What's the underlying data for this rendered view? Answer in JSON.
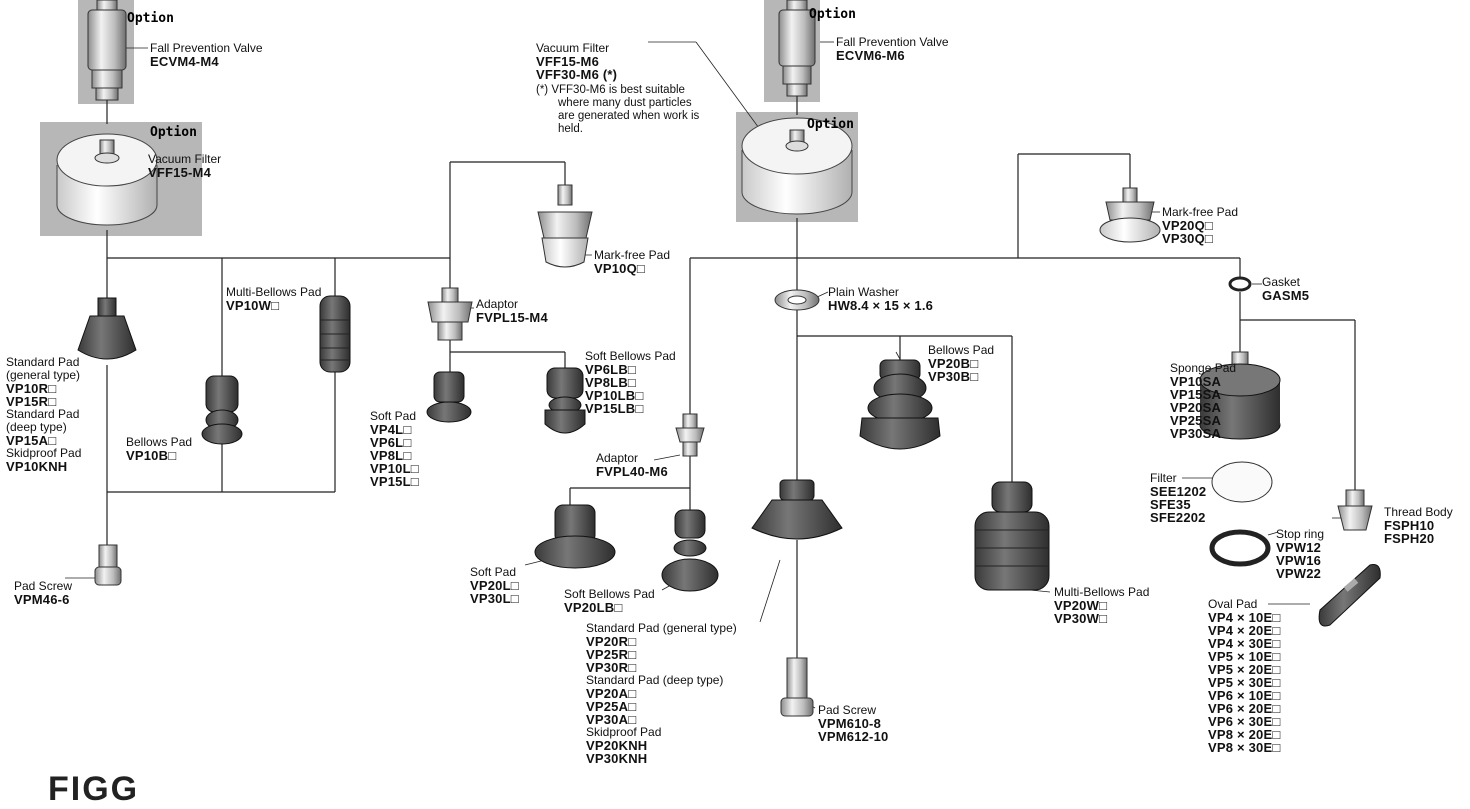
{
  "option_label": "Option",
  "logo_text": "FIGG",
  "parts": {
    "fpv_m4": {
      "name": "Fall Prevention Valve",
      "codes": [
        "ECVM4-M4"
      ]
    },
    "vf_m4": {
      "name": "Vacuum Filter",
      "codes": [
        "VFF15-M4"
      ]
    },
    "fpv_m6": {
      "name": "Fall Prevention Valve",
      "codes": [
        "ECVM6-M6"
      ]
    },
    "vf_m6": {
      "name": "Vacuum Filter",
      "codes": [
        "VFF15-M6",
        "VFF30-M6 (*)"
      ],
      "note": [
        "(*) VFF30-M6 is best suitable",
        "where many dust particles",
        "are generated when work is",
        "held."
      ]
    },
    "markfree_small": {
      "name": "Mark-free Pad",
      "codes": [
        "VP10Q□"
      ]
    },
    "multibellows_small": {
      "name": "Multi-Bellows Pad",
      "codes": [
        "VP10W□"
      ]
    },
    "adaptor_m4": {
      "name": "Adaptor",
      "codes": [
        "FVPL15-M4"
      ]
    },
    "standard_small": {
      "name": "Standard Pad",
      "lines": [
        "(general type)",
        "VP10R□",
        "VP15R□",
        "Standard Pad",
        "(deep type)",
        "VP15A□",
        "Skidproof Pad",
        "VP10KNH"
      ]
    },
    "bellows_small": {
      "name": "Bellows Pad",
      "codes": [
        "VP10B□"
      ]
    },
    "soft_small": {
      "name": "Soft Pad",
      "codes": [
        "VP4L□",
        "VP6L□",
        "VP8L□",
        "VP10L□",
        "VP15L□"
      ]
    },
    "softbellows_small": {
      "name": "Soft Bellows Pad",
      "codes": [
        "VP6LB□",
        "VP8LB□",
        "VP10LB□",
        "VP15LB□"
      ]
    },
    "padscrew_small": {
      "name": "Pad Screw",
      "codes": [
        "VPM46-6"
      ]
    },
    "adaptor_m6": {
      "name": "Adaptor",
      "codes": [
        "FVPL40-M6"
      ]
    },
    "soft_large": {
      "name": "Soft Pad",
      "codes": [
        "VP20L□",
        "VP30L□"
      ]
    },
    "softbellows_large": {
      "name": "Soft Bellows Pad",
      "codes": [
        "VP20LB□"
      ]
    },
    "standard_large": {
      "name": "Standard Pad (general type)",
      "lines": [
        "VP20R□",
        "VP25R□",
        "VP30R□",
        "Standard Pad (deep type)",
        "VP20A□",
        "VP25A□",
        "VP30A□",
        "Skidproof Pad",
        "VP20KNH",
        "VP30KNH"
      ]
    },
    "washer": {
      "name": "Plain Washer",
      "codes": [
        "HW8.4 × 15 × 1.6"
      ]
    },
    "bellows_large": {
      "name": "Bellows Pad",
      "codes": [
        "VP20B□",
        "VP30B□"
      ]
    },
    "multibellows_large": {
      "name": "Multi-Bellows Pad",
      "codes": [
        "VP20W□",
        "VP30W□"
      ]
    },
    "padscrew_large": {
      "name": "Pad Screw",
      "codes": [
        "VPM610-8",
        "VPM612-10"
      ]
    },
    "markfree_large": {
      "name": "Mark-free Pad",
      "codes": [
        "VP20Q□",
        "VP30Q□"
      ]
    },
    "gasket": {
      "name": "Gasket",
      "codes": [
        "GASM5"
      ]
    },
    "sponge": {
      "name": "Sponge Pad",
      "codes": [
        "VP10SA",
        "VP15SA",
        "VP20SA",
        "VP25SA",
        "VP30SA"
      ]
    },
    "filter": {
      "name": "Filter",
      "codes": [
        "SEE1202",
        "SFE35",
        "SFE2202"
      ]
    },
    "stopring": {
      "name": "Stop ring",
      "codes": [
        "VPW12",
        "VPW16",
        "VPW22"
      ]
    },
    "threadbody": {
      "name": "Thread Body",
      "codes": [
        "FSPH10",
        "FSPH20"
      ]
    },
    "oval": {
      "name": "Oval Pad",
      "codes": [
        "VP4 × 10E□",
        "VP4 × 20E□",
        "VP4 × 30E□",
        "VP5 × 10E□",
        "VP5 × 20E□",
        "VP5 × 30E□",
        "VP6 × 10E□",
        "VP6 × 20E□",
        "VP6 × 30E□",
        "VP8 × 20E□",
        "VP8 × 30E□"
      ]
    }
  }
}
